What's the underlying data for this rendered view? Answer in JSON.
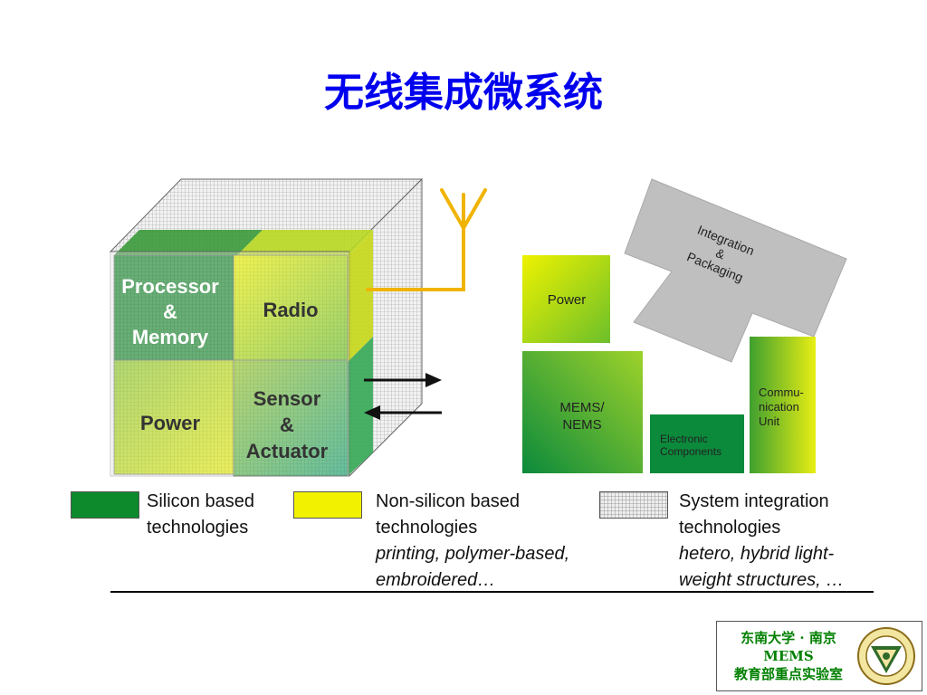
{
  "title": "无线集成微系统",
  "cube": {
    "processor": [
      "Processor",
      "&",
      "Memory"
    ],
    "radio": "Radio",
    "power": "Power",
    "sensor": [
      "Sensor",
      "&",
      "Actuator"
    ]
  },
  "blocks": {
    "integration": [
      "Integration",
      "&",
      "Packaging"
    ],
    "power": "Power",
    "mems": [
      "MEMS/",
      "NEMS"
    ],
    "electronic": [
      "Electronic",
      "Components"
    ],
    "communication": [
      "Commu-",
      "nication",
      "Unit"
    ]
  },
  "legend": [
    {
      "lines": [
        "Silicon based",
        "technologies"
      ],
      "italic": []
    },
    {
      "lines": [
        "Non-silicon based",
        "technologies"
      ],
      "italic": [
        "printing, polymer-based,",
        "embroidered…"
      ]
    },
    {
      "lines": [
        "System integration",
        "technologies"
      ],
      "italic": [
        "hetero, hybrid light-",
        "weight structures, …"
      ]
    }
  ],
  "badge": {
    "lines": [
      "东南大学 · 南京",
      "MEMS",
      "教育部重点实验室"
    ]
  },
  "colors": {
    "title": "#0000ee",
    "silicon": "#0c8a2c",
    "non_silicon": "#f2f200",
    "packaging_gray": "#bdbdbd",
    "antenna": "#f0b400"
  }
}
